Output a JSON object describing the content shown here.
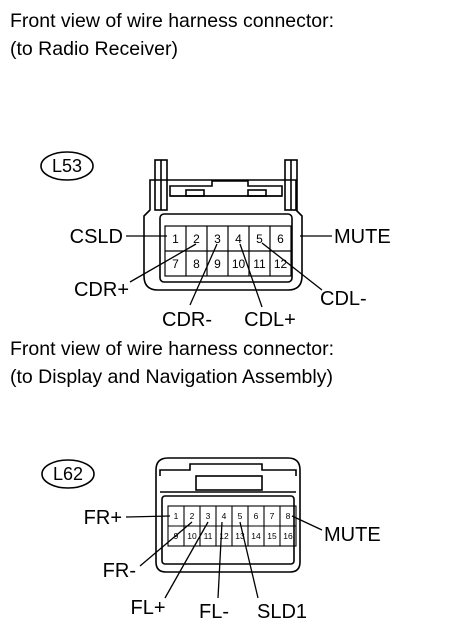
{
  "connectors": [
    {
      "title_line1": "Front view of wire harness connector:",
      "title_line2": "(to Radio Receiver)",
      "code": "L53",
      "pins_row1": [
        "1",
        "2",
        "3",
        "4",
        "5",
        "6"
      ],
      "pins_row2": [
        "7",
        "8",
        "9",
        "10",
        "11",
        "12"
      ],
      "labels": {
        "csld": "CSLD",
        "mute": "MUTE",
        "cdr_plus": "CDR+",
        "cdl_minus": "CDL-",
        "cdr_minus": "CDR-",
        "cdl_plus": "CDL+"
      }
    },
    {
      "title_line1": "Front view of wire harness connector:",
      "title_line2": "(to Display and Navigation Assembly)",
      "code": "L62",
      "pins_row1": [
        "1",
        "2",
        "3",
        "4",
        "5",
        "6",
        "7",
        "8"
      ],
      "pins_row2": [
        "9",
        "10",
        "11",
        "12",
        "13",
        "14",
        "15",
        "16"
      ],
      "labels": {
        "fr_plus": "FR+",
        "mute": "MUTE",
        "fr_minus": "FR-",
        "fl_plus": "FL+",
        "fl_minus": "FL-",
        "sld1": "SLD1"
      }
    }
  ]
}
